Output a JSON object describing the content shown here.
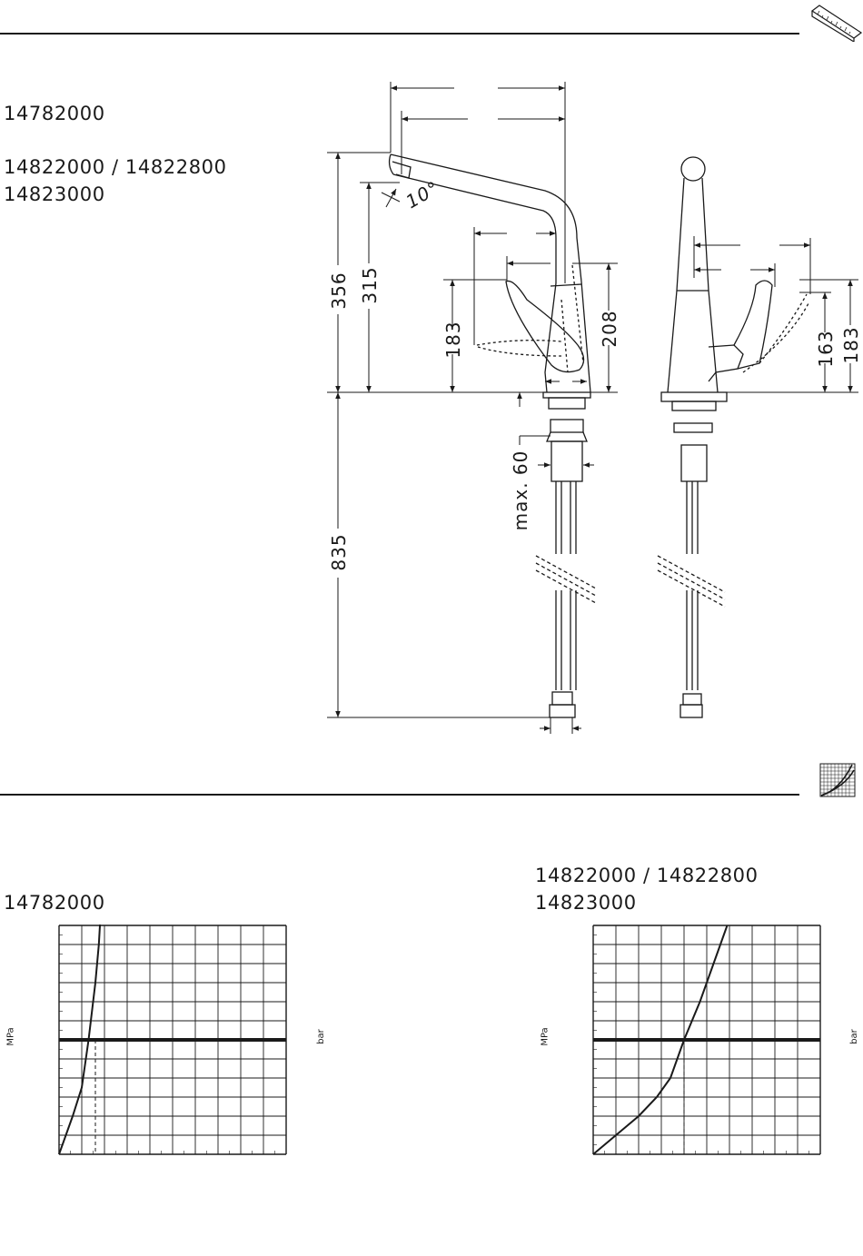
{
  "header": {
    "models_a": "14782000",
    "models_b_line1": "14822000 / 14822800",
    "models_b_line2": "14823000",
    "ruler_icon": "ruler-icon",
    "flow_chart_icon": "flow-chart-icon"
  },
  "dimensions": {
    "height_total": "356",
    "height_outlet": "315",
    "handle_height": "183",
    "spout_to_handle": "208",
    "side_lever_a": "163",
    "side_lever_b": "183",
    "spout_angle": "10°",
    "hose_length": "835",
    "max_thickness": "max. 60"
  },
  "charts": {
    "left_title": "14782000",
    "right_title_line1": "14822000 / 14822800",
    "right_title_line2": "14823000",
    "left_unit": "MPa",
    "right_unit": "bar"
  },
  "chart_data": [
    {
      "type": "line",
      "title": "14782000",
      "ylabel": "MPa",
      "ylabel_right": "bar",
      "grid": true,
      "grid_cols": 10,
      "grid_rows": 12,
      "x": [
        0,
        0.3,
        0.6,
        1.0,
        1.3,
        1.6,
        1.75,
        1.8,
        1.8
      ],
      "values": [
        0,
        1,
        2,
        3.5,
        6,
        9,
        11,
        12,
        12.2
      ],
      "reference_x": 1.6,
      "reference_line_y": 6,
      "xlim": [
        0,
        10
      ],
      "ylim": [
        0,
        12
      ]
    },
    {
      "type": "line",
      "title": "14822000 / 14822800 14823000",
      "ylabel": "MPa",
      "ylabel_right": "bar",
      "grid": true,
      "grid_cols": 10,
      "grid_rows": 12,
      "x": [
        0,
        1,
        2,
        2.8,
        3.4,
        4,
        4.7,
        5.3,
        5.9
      ],
      "values": [
        0,
        1,
        2,
        3,
        4,
        6,
        8,
        10,
        12
      ],
      "reference_x": 4,
      "reference_line_y": 6,
      "xlim": [
        0,
        10
      ],
      "ylim": [
        0,
        12
      ]
    }
  ]
}
